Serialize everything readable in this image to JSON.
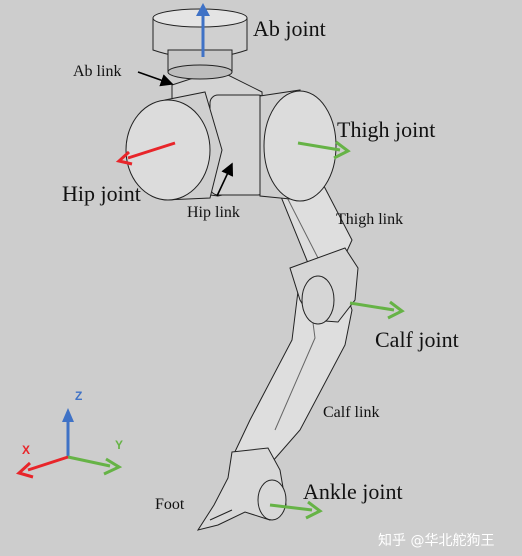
{
  "labels": {
    "ab_joint": "Ab joint",
    "ab_link": "Ab link",
    "thigh_joint": "Thigh joint",
    "hip_joint": "Hip joint",
    "hip_link": "Hip link",
    "thigh_link": "Thigh link",
    "calf_joint": "Calf joint",
    "calf_link": "Calf link",
    "ankle_joint": "Ankle joint",
    "foot": "Foot"
  },
  "axes": {
    "z": "Z",
    "x": "X",
    "y": "Y"
  },
  "watermark": "知乎 @华北舵狗王",
  "colors": {
    "x_axis": "#e8252a",
    "y_axis": "#66b346",
    "z_axis": "#3f72c6",
    "background": "#cdcdcd"
  }
}
